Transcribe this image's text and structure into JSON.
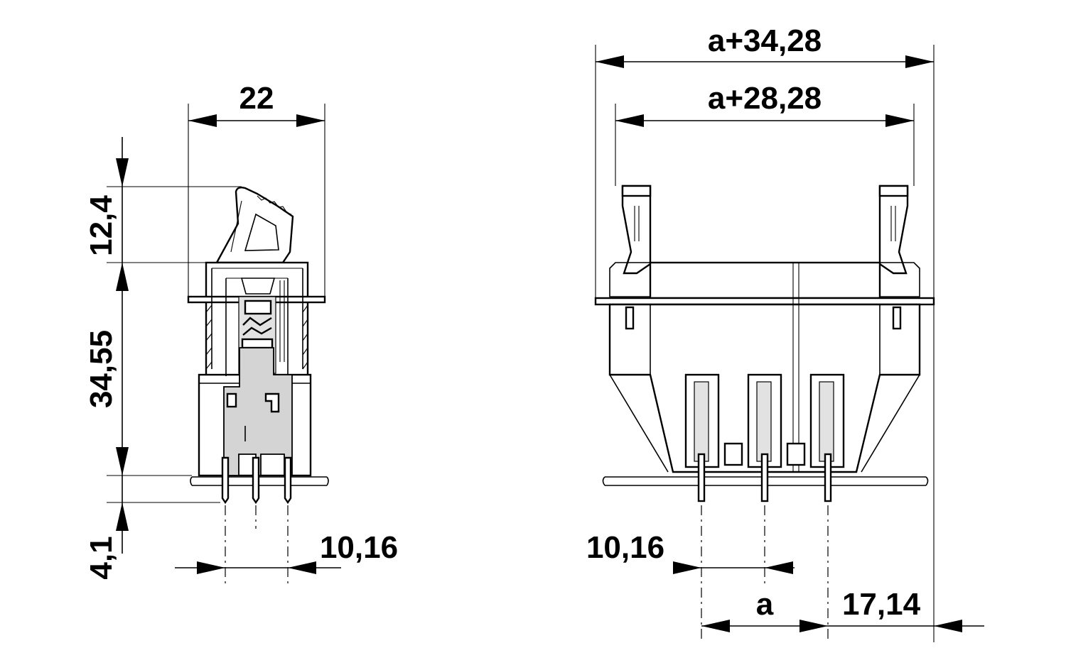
{
  "side_view": {
    "width_label": "22",
    "top_height_label": "12,4",
    "body_height_label": "34,55",
    "pin_length_label": "4,1",
    "pitch_label": "10,16"
  },
  "front_view": {
    "outer_width_label": "a+34,28",
    "inner_width_label": "a+28,28",
    "pitch_label": "10,16",
    "span_label": "a",
    "edge_label": "17,14"
  }
}
